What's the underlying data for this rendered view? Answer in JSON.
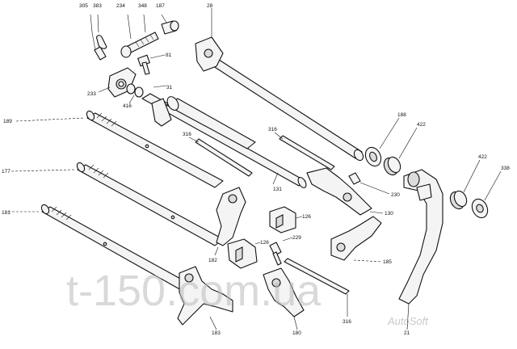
{
  "callouts": {
    "c305": "305",
    "c383": "383",
    "c234": "234",
    "c348": "348",
    "c187": "187",
    "c28": "28",
    "c81": "81",
    "c233": "233",
    "c416": "416",
    "c31": "31",
    "c188": "188",
    "c422a": "422",
    "c189": "189",
    "c316a": "316",
    "c316b": "316",
    "c177": "177",
    "c131": "131",
    "c230": "230",
    "c422b": "422",
    "c338": "338",
    "c126a": "126",
    "c130": "130",
    "c181": "181",
    "c126b": "126",
    "c229": "229",
    "c182": "182",
    "c185": "185",
    "c183": "183",
    "c180": "180",
    "c316c": "316",
    "c21": "21"
  },
  "watermark": {
    "site": "t-150.com.ua",
    "brand": "AutoSoft"
  }
}
